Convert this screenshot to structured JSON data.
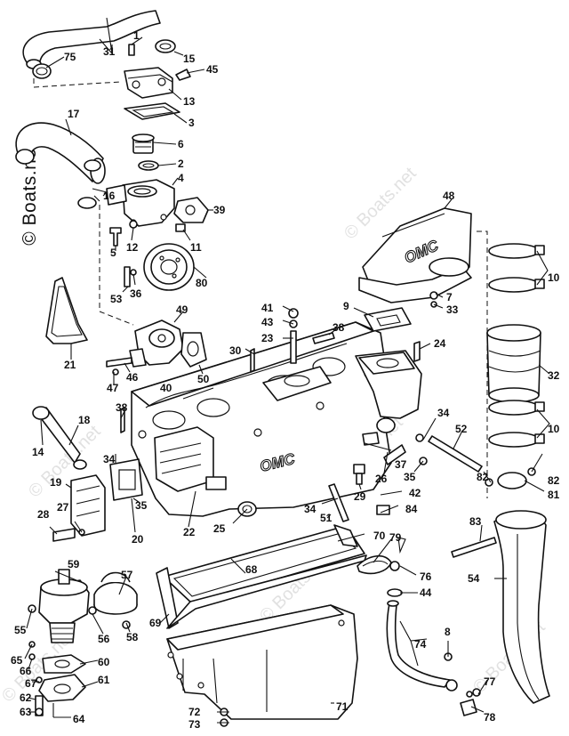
{
  "watermark": {
    "brand_text": "© Boats.net",
    "faint_text": "© Boats.net"
  },
  "manifold_logo": "OMC",
  "exhaust_elbow_logo": "OMC",
  "callouts": [
    "1",
    "2",
    "3",
    "4",
    "5",
    "6",
    "7",
    "8",
    "9",
    "10",
    "10",
    "11",
    "12",
    "13",
    "14",
    "15",
    "16",
    "17",
    "18",
    "19",
    "20",
    "21",
    "22",
    "23",
    "24",
    "25",
    "26",
    "27",
    "28",
    "29",
    "30",
    "31",
    "32",
    "33",
    "34",
    "34",
    "34",
    "35",
    "35",
    "36",
    "37",
    "38",
    "38",
    "39",
    "40",
    "41",
    "42",
    "43",
    "44",
    "45",
    "46",
    "47",
    "48",
    "49",
    "50",
    "51",
    "52",
    "53",
    "54",
    "55",
    "56",
    "57",
    "58",
    "59",
    "60",
    "61",
    "62",
    "63",
    "64",
    "65",
    "66",
    "67",
    "68",
    "69",
    "70",
    "71",
    "72",
    "73",
    "74",
    "75",
    "76",
    "77",
    "78",
    "79",
    "80",
    "81",
    "82",
    "82",
    "83",
    "84"
  ]
}
